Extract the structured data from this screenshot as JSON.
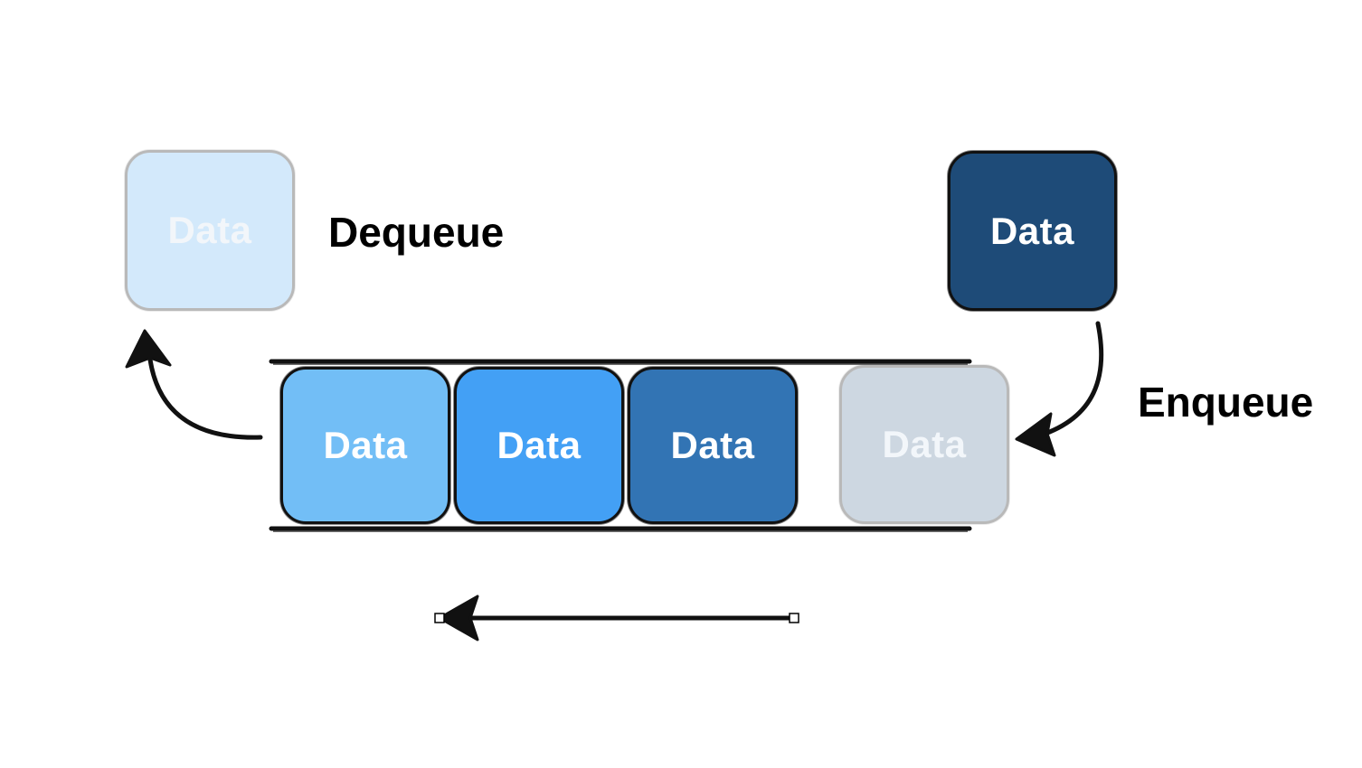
{
  "labels": {
    "dequeue": "Dequeue",
    "enqueue": "Enqueue"
  },
  "boxes": {
    "dequeued": {
      "text": "Data",
      "color": "#d3e9fb"
    },
    "incoming": {
      "text": "Data",
      "color": "#1e4b78"
    },
    "queue_1": {
      "text": "Data",
      "color": "#72bef6"
    },
    "queue_2": {
      "text": "Data",
      "color": "#43a0f5"
    },
    "queue_3": {
      "text": "Data",
      "color": "#3274b4"
    },
    "enqueue_slot": {
      "text": "Data",
      "color": "#cdd7e1"
    }
  },
  "colors": {
    "stroke": "#111111",
    "faint_text": "#f2f6fa"
  }
}
